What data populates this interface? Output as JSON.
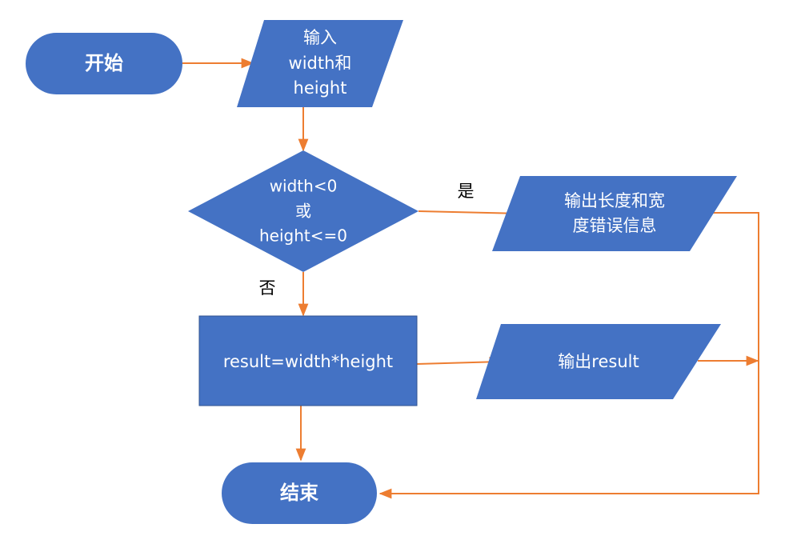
{
  "colors": {
    "node_fill": "#4472C4",
    "connector": "#ED7D31",
    "node_text": "#FFFFFF",
    "label_text": "#000000"
  },
  "nodes": {
    "start": {
      "label": "开始"
    },
    "input": {
      "lines": [
        "输入",
        "width和",
        "height"
      ]
    },
    "decision": {
      "lines": [
        "width<0",
        "或",
        "height<=0"
      ]
    },
    "error_output": {
      "lines": [
        "输出长度和宽",
        "度错误信息"
      ]
    },
    "compute": {
      "label": "result=width*height"
    },
    "result_output": {
      "label": "输出result"
    },
    "end": {
      "label": "结束"
    }
  },
  "edge_labels": {
    "yes": "是",
    "no": "否"
  }
}
